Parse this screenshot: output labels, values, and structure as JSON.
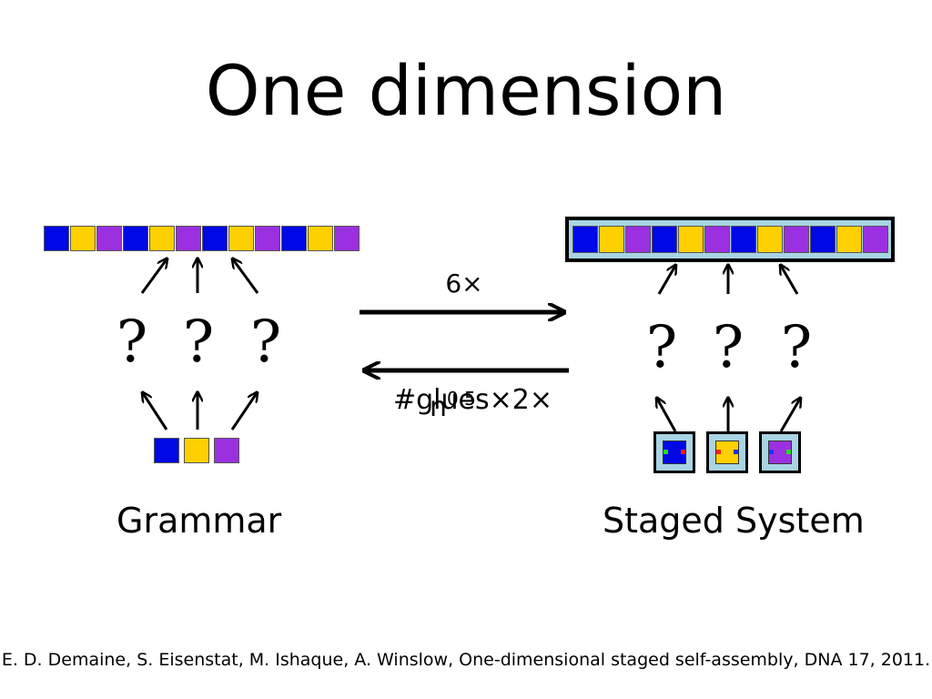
{
  "title": "One dimension",
  "colors": {
    "blue": "#0008e6",
    "yellow": "#ffd000",
    "purple": "#9b30e0",
    "frame": "#a8d4e4",
    "glue_red": "#ff2020",
    "glue_green": "#22dd22",
    "glue_blue": "#2030ff"
  },
  "strip_pattern": [
    "blue",
    "yellow",
    "purple",
    "blue",
    "yellow",
    "purple",
    "blue",
    "yellow",
    "purple",
    "blue",
    "yellow",
    "purple"
  ],
  "grammar": {
    "unknown_symbols": [
      "?",
      "?",
      "?"
    ],
    "base_tiles": [
      "blue",
      "yellow",
      "purple"
    ],
    "label": "Grammar"
  },
  "staged": {
    "unknown_symbols": [
      "?",
      "?",
      "?"
    ],
    "base_tiles": [
      {
        "color": "blue",
        "left_glue": "glue_green",
        "right_glue": "glue_red"
      },
      {
        "color": "yellow",
        "left_glue": "glue_red",
        "right_glue": "glue_blue"
      },
      {
        "color": "purple",
        "left_glue": "glue_blue",
        "right_glue": "glue_green"
      }
    ],
    "label": "Staged System"
  },
  "conversion": {
    "forward_factor": "6×",
    "backward_factor_base": "#glues",
    "backward_factor_overlay": "n",
    "backward_exponent": "0.5",
    "backward_suffix": "×2×"
  },
  "citation": "E. D. Demaine, S. Eisenstat, M. Ishaque,  A. Winslow,  One-dimensional staged self-assembly, DNA 17, 2011."
}
